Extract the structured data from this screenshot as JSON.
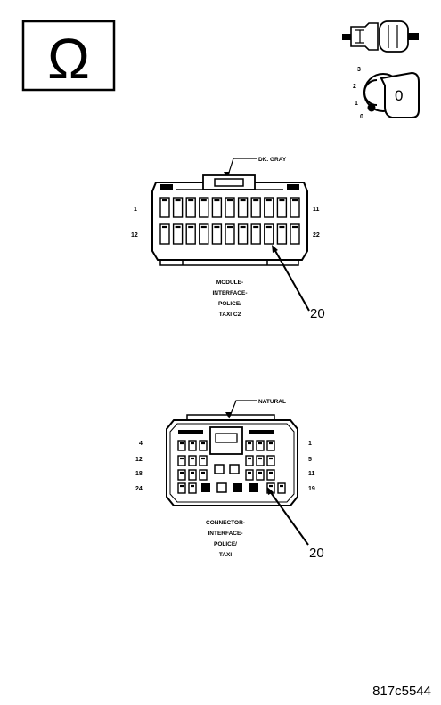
{
  "ohm_symbol": "Ω",
  "key_icon": {
    "positions": [
      "3",
      "2",
      "1",
      "0"
    ],
    "key_label": "0"
  },
  "connector_c2": {
    "color_label": "DK. GRAY",
    "pin_left_top": "1",
    "pin_left_bottom": "12",
    "pin_right_top": "11",
    "pin_right_bottom": "22",
    "caption": [
      "MODULE-",
      "INTERFACE-",
      "POLICE/",
      "TAXI C2"
    ],
    "callout": "20"
  },
  "connector_taxi": {
    "color_label": "NATURAL",
    "pins_left": [
      "4",
      "12",
      "18",
      "24"
    ],
    "pins_right": [
      "1",
      "5",
      "11",
      "19"
    ],
    "caption": [
      "CONNECTOR-",
      "INTERFACE-",
      "POLICE/",
      "TAXI"
    ],
    "callout": "20"
  },
  "figure_id": "817c5544"
}
